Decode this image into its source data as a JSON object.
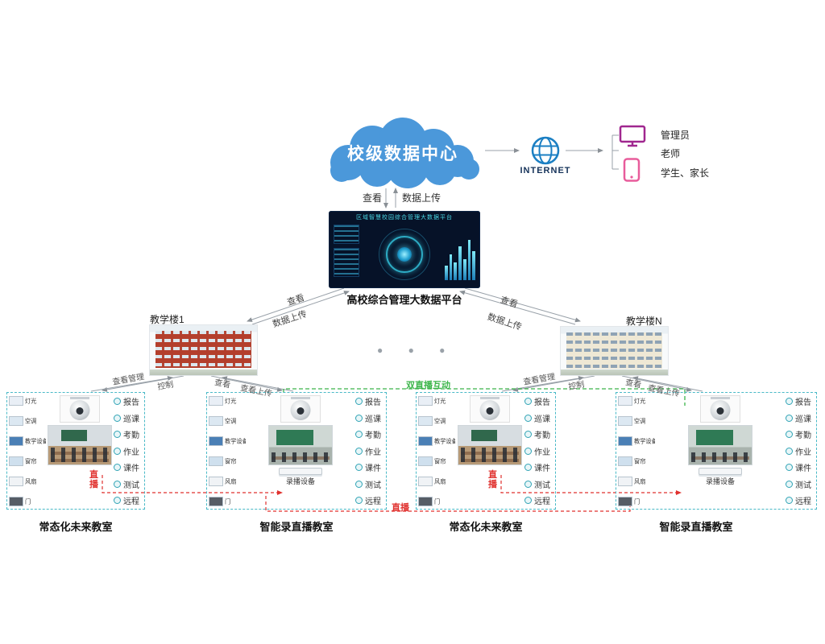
{
  "colors": {
    "cloud": "#4b98da",
    "line": "#98a0a8",
    "green": "#3cb54a",
    "red": "#e0312e",
    "panel_border": "#49b9c7",
    "internet": "#1b7fc3",
    "monitor_icon": "#a0278f",
    "phone_icon": "#e85c9b"
  },
  "cloud": {
    "label": "校级数据中心"
  },
  "internet": {
    "label": "INTERNET"
  },
  "users": {
    "admin": "管理员",
    "teacher": "老师",
    "student_parent": "学生、家长"
  },
  "cloud_link": {
    "view": "查看",
    "upload": "数据上传"
  },
  "platform": {
    "caption": "高校综合管理大数据平台",
    "screen_title": "区域智慧校园综合管理大数据平台"
  },
  "platform_links": {
    "left_view": "查看",
    "left_upload": "数据上传",
    "right_view": "查看",
    "right_upload": "数据上传"
  },
  "buildings": {
    "b1": "教学楼1",
    "bn": "教学楼N"
  },
  "more_indicator": "● ● ●",
  "fan_labels": {
    "b1": [
      "查看管理",
      "控制",
      "查看",
      "查看上传"
    ],
    "bn": [
      "查看管理",
      "控制",
      "查看",
      "查看上传"
    ]
  },
  "green_link_label": "双直播互动",
  "live_label": "直播",
  "controls": [
    {
      "label": "灯光",
      "color": "#e9eff6"
    },
    {
      "label": "空调",
      "color": "#dce8f2"
    },
    {
      "label": "教学设备",
      "color": "#4a7fb5"
    },
    {
      "label": "窗帘",
      "color": "#cfe0ee"
    },
    {
      "label": "风扇",
      "color": "#f0f3f6"
    },
    {
      "label": "门",
      "color": "#565d66"
    }
  ],
  "functions": [
    "报告",
    "巡课",
    "考勤",
    "作业",
    "课件",
    "测试",
    "远程"
  ],
  "classrooms": [
    {
      "label": "常态化未来教室",
      "type": "normal"
    },
    {
      "label": "智能录直播教室",
      "type": "recording",
      "device": "录播设备"
    },
    {
      "label": "常态化未来教室",
      "type": "normal"
    },
    {
      "label": "智能录直播教室",
      "type": "recording",
      "device": "录播设备"
    }
  ]
}
